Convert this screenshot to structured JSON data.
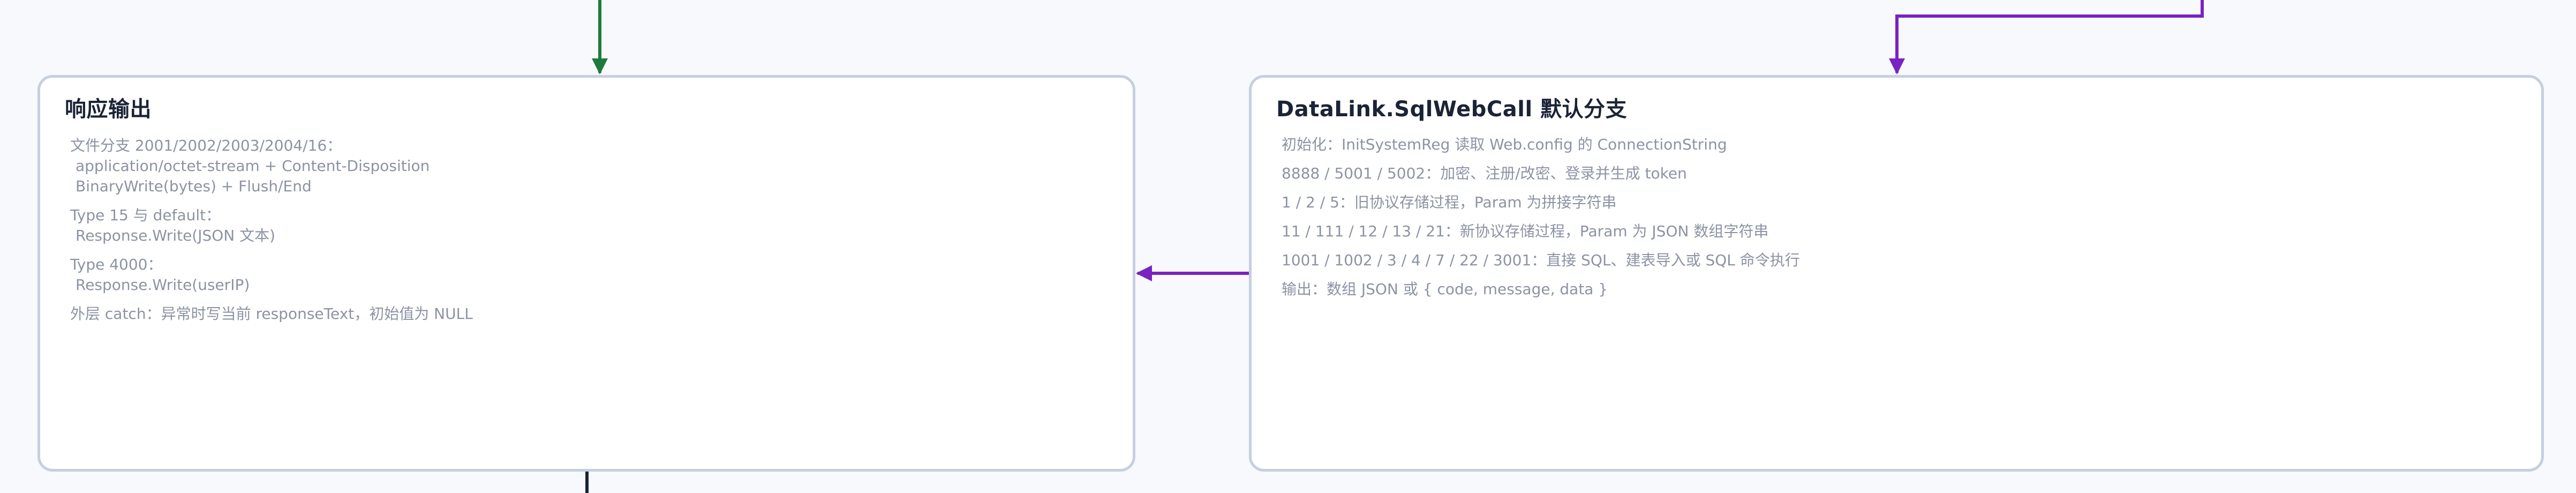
{
  "nodes": {
    "response": {
      "title": "响应输出",
      "lines": [
        "文件分支 2001/2002/2003/2004/16：",
        "application/octet-stream + Content-Disposition",
        "BinaryWrite(bytes) + Flush/End",
        "Type 15 与 default：",
        "Response.Write(JSON 文本)",
        "Type 4000：",
        "Response.Write(userIP)",
        "外层 catch：异常时写当前 responseText，初始值为 NULL"
      ]
    },
    "datalink": {
      "title": "DataLink.SqlWebCall 默认分支",
      "lines": [
        "初始化：InitSystemReg 读取 Web.config 的 ConnectionString",
        "8888 / 5001 / 5002：加密、注册/改密、登录并生成 token",
        "1 / 2 / 5：旧协议存储过程，Param 为拼接字符串",
        "11 / 111 / 12 / 13 / 21：新协议存储过程，Param 为 JSON 数组字符串",
        "1001 / 1002 / 3 / 4 / 7 / 22 / 3001：直接 SQL、建表导入或 SQL 命令执行",
        "输出：数组 JSON 或 { code, message, data }"
      ]
    }
  },
  "colors": {
    "background": "#f8f9fc",
    "node_border": "#c5cfe0",
    "edge_green": "#1e7a3c",
    "edge_purple": "#7a22c2",
    "edge_dark": "#1b2336",
    "title_text": "#1b2336",
    "body_text": "#8c93a3"
  }
}
